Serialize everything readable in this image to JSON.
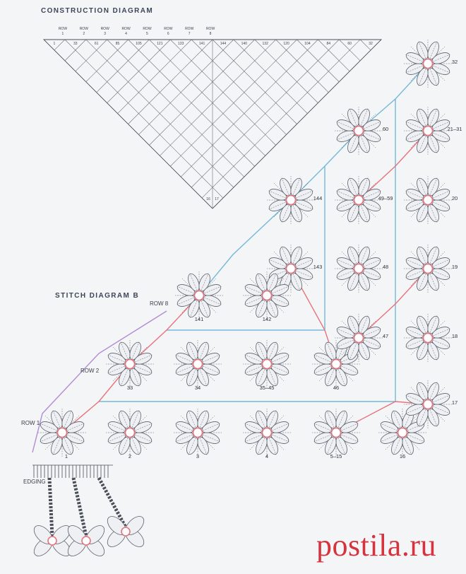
{
  "construction": {
    "title": "CONSTRUCTION DIAGRAM",
    "row_word": "ROW",
    "row_numbers": [
      "1",
      "2",
      "3",
      "4",
      "5",
      "6",
      "7",
      "8"
    ],
    "top_row": [
      "1",
      "33",
      "61",
      "85",
      "105",
      "121",
      "133",
      "141",
      "144",
      "140",
      "132",
      "120",
      "104",
      "84",
      "60",
      "32"
    ],
    "tip_values": [
      "16",
      "17"
    ]
  },
  "stitch": {
    "title": "STITCH DIAGRAM B",
    "row_labels": [
      "ROW 1",
      "ROW 2",
      "ROW 8"
    ],
    "edging_label": "EDGING",
    "motif_numbers": [
      "1",
      "2",
      "3",
      "4",
      "5–15",
      "16",
      "33",
      "34",
      "35–45",
      "46",
      "17",
      "47",
      "18",
      "48",
      "19",
      "143",
      "142",
      "141",
      "20",
      "49–59",
      "144",
      "21–31",
      "60",
      "32"
    ]
  },
  "colors": {
    "line": "#5a606b",
    "join_red": "#e8727c",
    "join_blue": "#74b8d9",
    "join_purple": "#b38bd4",
    "motif_fill": "#eef0f4"
  },
  "icons": [
    "flower-motif-icon",
    "picot-petal-icon"
  ],
  "watermark": "postila.ru"
}
